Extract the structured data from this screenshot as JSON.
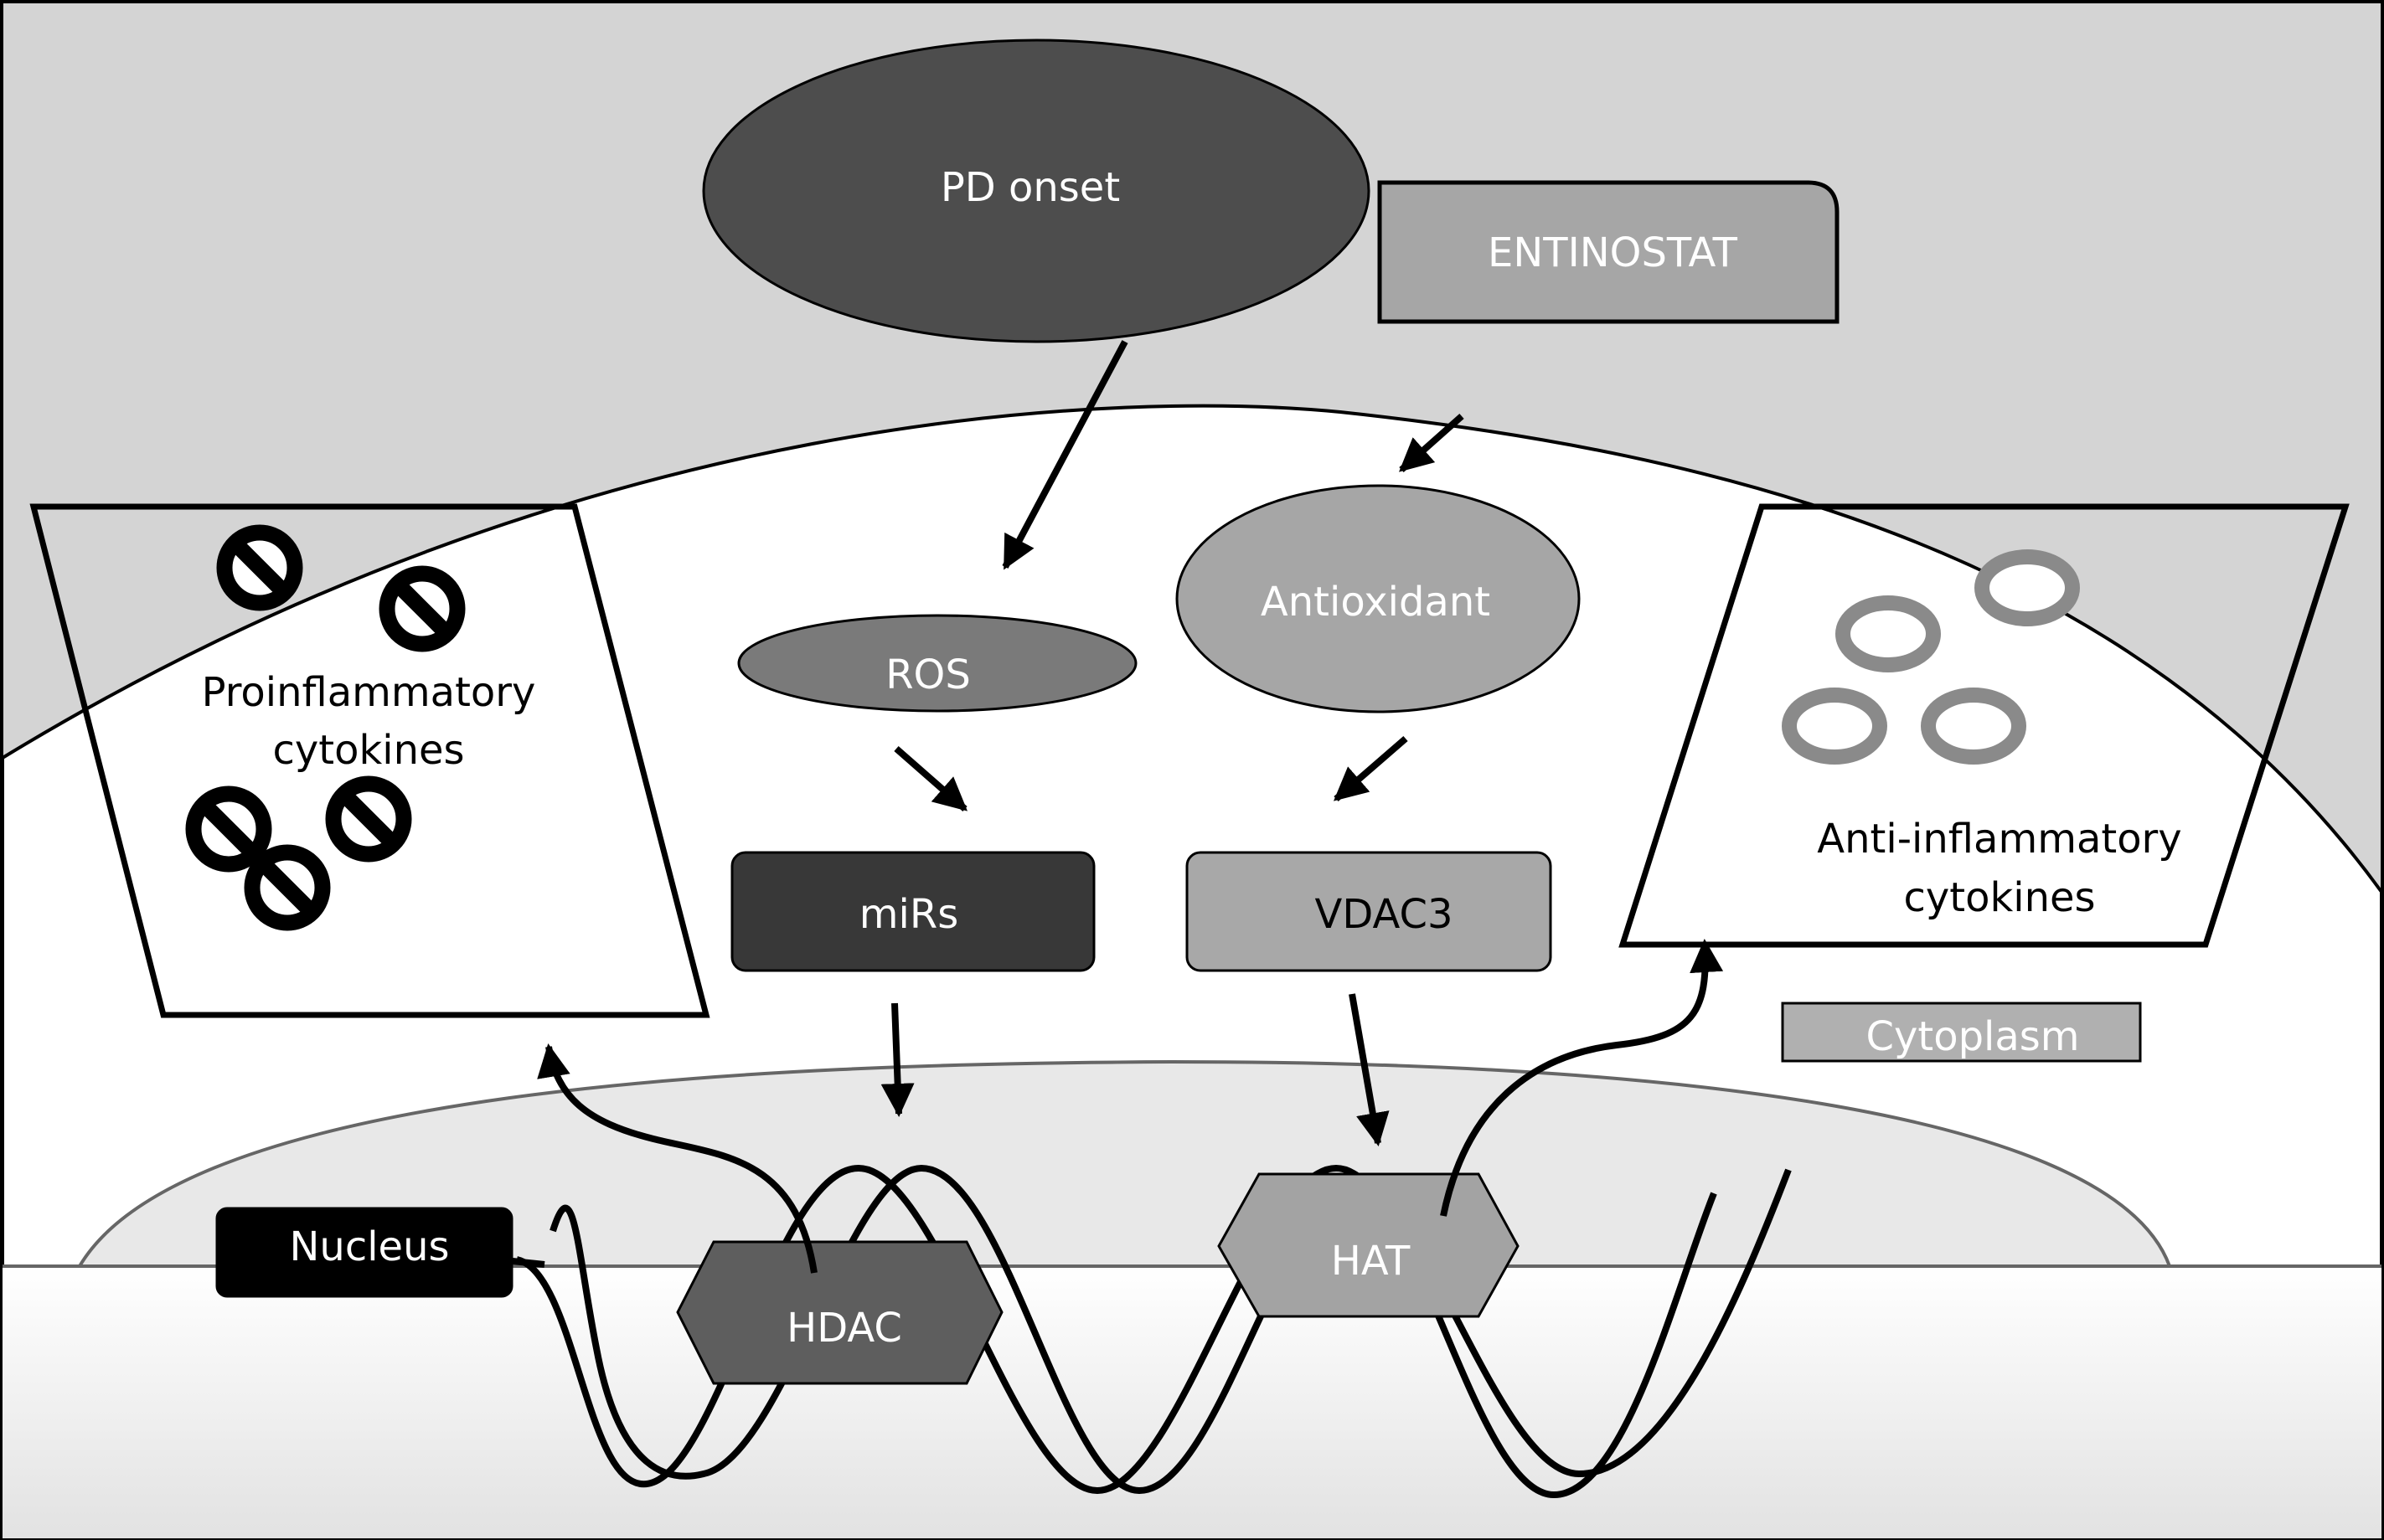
{
  "nodes": {
    "pd_onset": "PD onset",
    "entinostat": "ENTINOSTAT",
    "ros": "ROS",
    "antioxidant": "Antioxidant",
    "mirs": "miRs",
    "vdac3": "VDAC3",
    "proinflammatory": [
      "Proinflammatory",
      "cytokines"
    ],
    "anti_inflammatory": [
      "Anti-inflammatory",
      "cytokines"
    ],
    "cytoplasm": "Cytoplasm",
    "nucleus": "Nucleus",
    "hdac": "HDAC",
    "hat": "HAT"
  },
  "colors": {
    "background": "#d4d4d4",
    "cell": "#ffffff",
    "nucleus_region": "#e8e8e8",
    "pd_onset": "#4d4d4d",
    "entinostat": "#a6a6a6",
    "ros": "#7a7a7a",
    "antioxidant": "#a6a6a6",
    "mirs": "#383838",
    "vdac3": "#a8a8a8",
    "hdac": "#5e5e5e",
    "hat": "#a3a3a3",
    "cytoplasm": "#b0b0b0",
    "nucleus_label": "#000000",
    "cytokine_ring": "#8a8a8a"
  },
  "icons": {
    "proinflammatory": "prohibition-icon",
    "anti_inflammatory": "ring-icon"
  }
}
